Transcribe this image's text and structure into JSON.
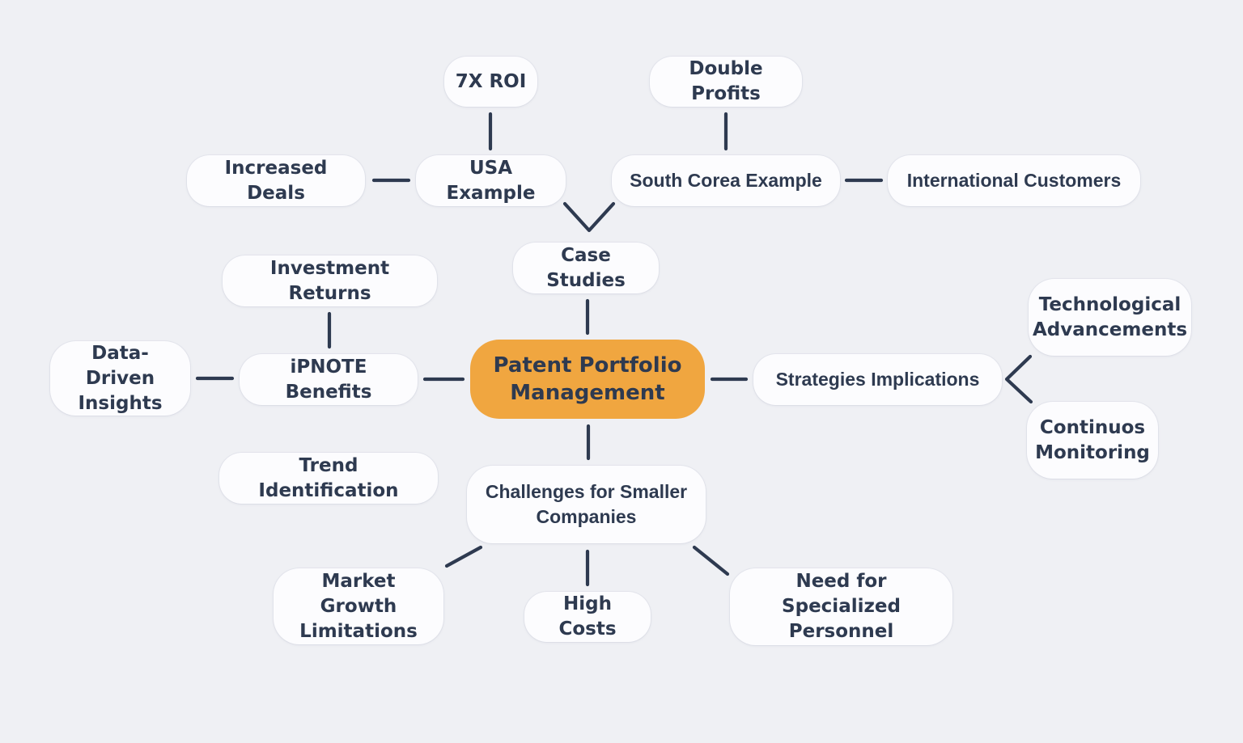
{
  "diagram": {
    "type": "mindmap",
    "colors": {
      "background": "#EFF0F4",
      "node_fill": "#FCFCFE",
      "root_fill": "#F0A640",
      "text": "#2E3A50",
      "connector": "#2E3A50"
    },
    "root": {
      "label": "Patent Portfolio Management"
    },
    "nodes": {
      "seven_x_roi": {
        "label": "7X ROI"
      },
      "double_profits": {
        "label": "Double Profits"
      },
      "increased_deals": {
        "label": "Increased Deals"
      },
      "usa_example": {
        "label": "USA Example"
      },
      "south_corea_example": {
        "label": "South Corea Example"
      },
      "international_customers": {
        "label": "International Customers"
      },
      "case_studies": {
        "label": "Case Studies"
      },
      "investment_returns": {
        "label": "Investment Returns"
      },
      "data_driven_insights": {
        "label": "Data-Driven Insights"
      },
      "ipnote_benefits": {
        "label": "iPNOTE Benefits"
      },
      "trend_identification": {
        "label": "Trend Identification"
      },
      "strategies_implications": {
        "label": "Strategies Implications"
      },
      "technological_advancements": {
        "label": "Technological Advancements"
      },
      "continuos_monitoring": {
        "label": "Continuos Monitoring"
      },
      "challenges_smaller": {
        "label": "Challenges for Smaller Companies"
      },
      "market_growth_limitations": {
        "label": "Market Growth Limitations"
      },
      "high_costs": {
        "label": "High Costs"
      },
      "need_specialized_personnel": {
        "label": "Need for Specialized Personnel"
      }
    },
    "edges": [
      {
        "from": "usa_example",
        "to": "seven_x_roi"
      },
      {
        "from": "usa_example",
        "to": "increased_deals"
      },
      {
        "from": "south_corea_example",
        "to": "double_profits"
      },
      {
        "from": "south_corea_example",
        "to": "international_customers"
      },
      {
        "from": "usa_example",
        "to": "case_studies"
      },
      {
        "from": "south_corea_example",
        "to": "case_studies"
      },
      {
        "from": "root",
        "to": "case_studies"
      },
      {
        "from": "ipnote_benefits",
        "to": "investment_returns"
      },
      {
        "from": "ipnote_benefits",
        "to": "data_driven_insights"
      },
      {
        "from": "ipnote_benefits",
        "to": "trend_identification"
      },
      {
        "from": "root",
        "to": "ipnote_benefits"
      },
      {
        "from": "root",
        "to": "strategies_implications"
      },
      {
        "from": "strategies_implications",
        "to": "technological_advancements"
      },
      {
        "from": "strategies_implications",
        "to": "continuos_monitoring"
      },
      {
        "from": "root",
        "to": "challenges_smaller"
      },
      {
        "from": "challenges_smaller",
        "to": "market_growth_limitations"
      },
      {
        "from": "challenges_smaller",
        "to": "high_costs"
      },
      {
        "from": "challenges_smaller",
        "to": "need_specialized_personnel"
      }
    ]
  }
}
